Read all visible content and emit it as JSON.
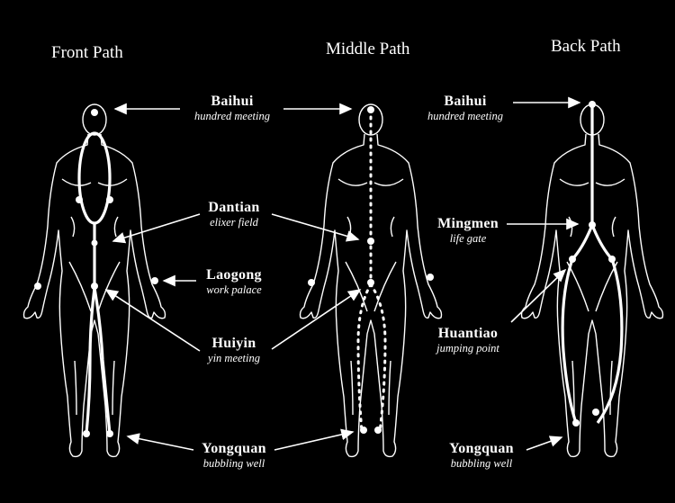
{
  "titles": {
    "front": "Front Path",
    "middle": "Middle Path",
    "back": "Back Path"
  },
  "labels": {
    "baihui_center": {
      "name": "Baihui",
      "translation": "hundred meeting"
    },
    "dantian": {
      "name": "Dantian",
      "translation": "elixer field"
    },
    "laogong": {
      "name": "Laogong",
      "translation": "work palace"
    },
    "huiyin": {
      "name": "Huiyin",
      "translation": "yin meeting"
    },
    "yongquan_center": {
      "name": "Yongquan",
      "translation": "bubbling well"
    },
    "baihui_right": {
      "name": "Baihui",
      "translation": "hundred meeting"
    },
    "mingmen": {
      "name": "Mingmen",
      "translation": "life gate"
    },
    "huantiao": {
      "name": "Huantiao",
      "translation": "jumping point"
    },
    "yongquan_right": {
      "name": "Yongquan",
      "translation": "bubbling well"
    }
  },
  "colors": {
    "background": "#000000",
    "lines": "#ffffff"
  }
}
